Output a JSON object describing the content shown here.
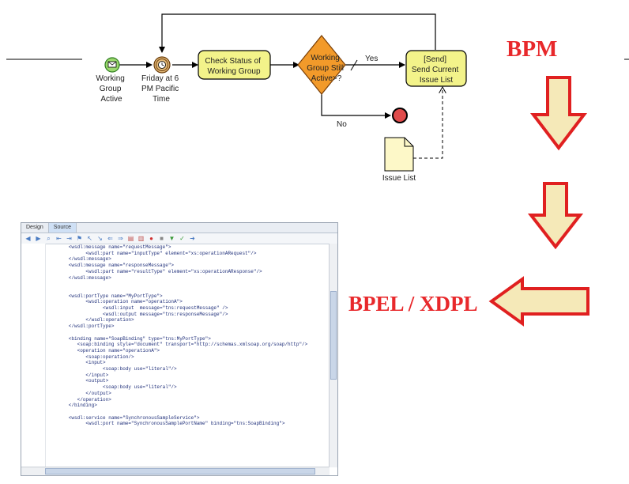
{
  "bpmn": {
    "start_event_label": [
      "Working",
      "Group",
      "Active"
    ],
    "timer_label": [
      "Friday at 6",
      "PM Pacific",
      "Time"
    ],
    "task_check_label": [
      "Check Status of",
      "Working Group"
    ],
    "gateway_label": [
      "Working",
      "Group Still",
      "Active>?"
    ],
    "yes_label": "Yes",
    "no_label": "No",
    "task_send_label": [
      "[Send]",
      "Send Current",
      "Issue List"
    ],
    "document_label": "Issue List"
  },
  "headings": {
    "bpm": "BPM",
    "bpel": "BPEL / XDPL"
  },
  "editor": {
    "tabs": [
      "Design",
      "Source"
    ],
    "active_tab": "Source",
    "code_lines": [
      "        <wsdl:message name=\"requestMessage\">",
      "              <wsdl:part name=\"inputType\" element=\"xs:operationARequest\"/>",
      "        </wsdl:message>",
      "        <wsdl:message name=\"responseMessage\">",
      "              <wsdl:part name=\"resultType\" element=\"xs:operationAResponse\"/>",
      "        </wsdl:message>",
      "",
      "",
      "        <wsdl:portType name=\"MyPortType\">",
      "              <wsdl:operation name=\"operationA\">",
      "                    <wsdl:input  message=\"tns:requestMessage\" />",
      "                    <wsdl:output message=\"tns:responseMessage\"/>",
      "              </wsdl:operation>",
      "        </wsdl:portType>",
      "",
      "        <binding name=\"SoapBinding\" type=\"tns:MyPortType\">",
      "           <soap:binding style=\"document\" transport=\"http://schemas.xmlsoap.org/soap/http\"/>",
      "           <operation name=\"operationA\">",
      "              <soap:operation/>",
      "              <input>",
      "                    <soap:body use=\"literal\"/>",
      "              </input>",
      "              <output>",
      "                    <soap:body use=\"literal\"/>",
      "              </output>",
      "           </operation>",
      "        </binding>",
      "",
      "        <wsdl:service name=\"SynchronousSampleService\">",
      "              <wsdl:port name=\"SynchronousSamplePortName\" binding=\"tns:SoapBinding\">"
    ]
  },
  "colors": {
    "task_fill": "#f3f38a",
    "gateway_fill": "#f29a2a",
    "start_fill": "#9bd86e",
    "end_fill": "#e04b4b",
    "heading_red": "#e8282b",
    "arrow_fill": "#f5e9b8",
    "arrow_stroke": "#e02020"
  }
}
